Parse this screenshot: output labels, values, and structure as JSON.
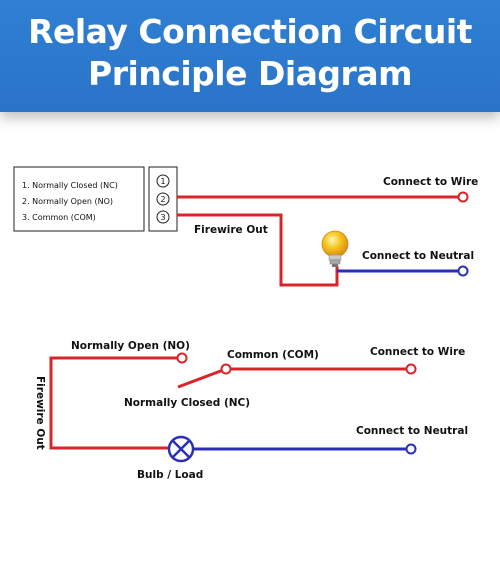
{
  "header": {
    "title_line1": "Relay Connection Circuit",
    "title_line2": "Principle Diagram"
  },
  "legend": {
    "items": [
      "1. Normally Closed (NC)",
      "2. Normally Open (NO)",
      "3. Common (COM)"
    ],
    "terminals": [
      "1",
      "2",
      "3"
    ]
  },
  "top_diagram": {
    "connect_to_wire": "Connect to Wire",
    "firewire_out": "Firewire Out",
    "connect_to_neutral": "Connect to Neutral"
  },
  "bottom_diagram": {
    "normally_open": "Normally Open (NO)",
    "common": "Common (COM)",
    "connect_to_wire": "Connect to Wire",
    "normally_closed": "Normally Closed (NC)",
    "firewire_out": "Firewire Out",
    "connect_to_neutral": "Connect to Neutral",
    "bulb_load": "Bulb / Load"
  },
  "colors": {
    "header": "#2f7fd3",
    "live_wire": "#d9242a",
    "neutral_wire": "#2a2fb8",
    "bulb": "#f6c21a"
  }
}
